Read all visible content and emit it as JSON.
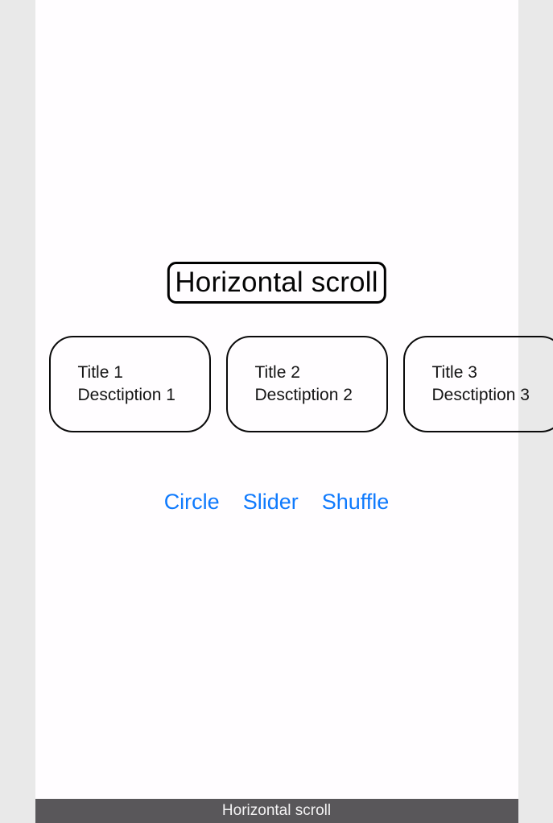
{
  "header": {
    "title": "Horizontal scroll"
  },
  "cards": [
    {
      "title": "Title 1",
      "description": "Desctiption 1"
    },
    {
      "title": "Title 2",
      "description": "Desctiption 2"
    },
    {
      "title": "Title 3",
      "description": "Desctiption 3"
    }
  ],
  "actions": {
    "circle_label": "Circle",
    "slider_label": "Slider",
    "shuffle_label": "Shuffle"
  },
  "bottom_bar": {
    "title": "Horizontal scroll"
  },
  "colors": {
    "background": "#fffdff",
    "border": "#000000",
    "link_blue": "#0f7afd",
    "bottom_bar_bg": "#59575a",
    "bottom_bar_text": "#f4f3f4"
  }
}
